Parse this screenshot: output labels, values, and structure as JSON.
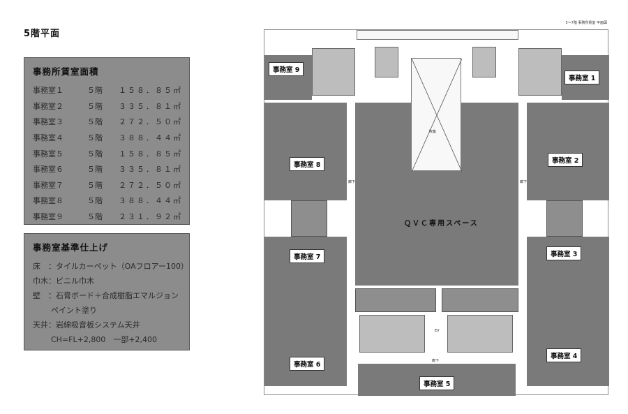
{
  "page_title": "5階平面",
  "area_table": {
    "title": "事務所賃室面積",
    "rows": [
      {
        "room": "事務室１",
        "floor": "５階",
        "area": "１５８．８５㎡"
      },
      {
        "room": "事務室２",
        "floor": "５階",
        "area": "３３５．８１㎡"
      },
      {
        "room": "事務室３",
        "floor": "５階",
        "area": "２７２．５０㎡"
      },
      {
        "room": "事務室４",
        "floor": "５階",
        "area": "３８８．４４㎡"
      },
      {
        "room": "事務室５",
        "floor": "５階",
        "area": "１５８．８５㎡"
      },
      {
        "room": "事務室６",
        "floor": "５階",
        "area": "３３５．８１㎡"
      },
      {
        "room": "事務室７",
        "floor": "５階",
        "area": "２７２．５０㎡"
      },
      {
        "room": "事務室８",
        "floor": "５階",
        "area": "３８８．４４㎡"
      },
      {
        "room": "事務室９",
        "floor": "５階",
        "area": "２３１．９２㎡"
      }
    ]
  },
  "spec": {
    "title": "事務室基準仕上げ",
    "lines": [
      "床　：タイルカーペット（OAフロアー100）",
      "巾木：ビニル巾木",
      "壁　：石膏ボード＋合成樹脂エマルジョン",
      "ペイント塗り",
      "天井：岩綿吸音板システム天井",
      "CH=FL+2,800　一部+2,400"
    ]
  },
  "plan": {
    "corner_note": "5〜7階 事務所賃室 平面図",
    "rooms": {
      "r1": "事務室 1",
      "r2": "事務室 2",
      "r3": "事務室 3",
      "r4": "事務室 4",
      "r5": "事務室 5",
      "r6": "事務室 6",
      "r7": "事務室 7",
      "r8": "事務室 8",
      "r9": "事務室 9"
    },
    "qvc_space": "ＱＶＣ専用スペース",
    "atrium": "吹抜",
    "corridor": "廊下",
    "toilet": "EV"
  }
}
